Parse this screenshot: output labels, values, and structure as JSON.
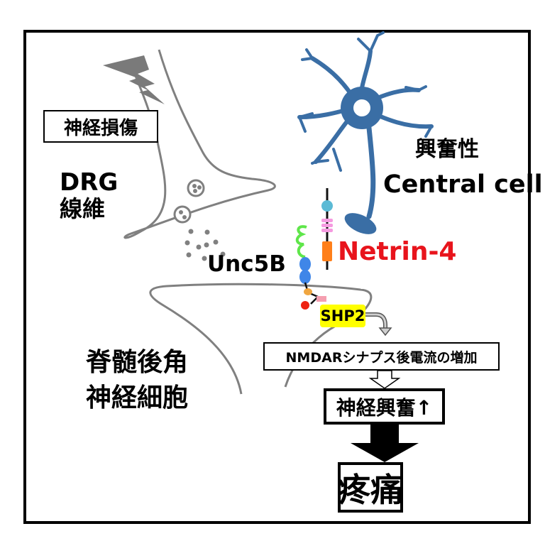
{
  "diagram": {
    "title": "Netrin-4 / Unc5B pain signaling pathway",
    "labels": {
      "nerve_injury": "神経損傷",
      "drg_line1": "DRG",
      "drg_line2": "線維",
      "excitatory": "興奮性",
      "central_cell": "Central cell",
      "netrin": "Netrin-4",
      "unc5b": "Unc5B",
      "shp2": "SHP2",
      "nmdar": "NMDARシナプス後電流の増加",
      "nerve_excitation": "神経興奮↑",
      "pain": "疼痛",
      "dorsal_horn_line1": "脊髄後角",
      "dorsal_horn_line2": "神経細胞"
    },
    "nodes": [
      {
        "id": "drg-fiber",
        "label": "DRG 線維",
        "color": "#808080"
      },
      {
        "id": "central-cell",
        "label": "興奮性 Central cell",
        "color": "#3a6ea5"
      },
      {
        "id": "netrin-4",
        "label": "Netrin-4",
        "color": "#e8141c"
      },
      {
        "id": "unc5b",
        "label": "Unc5B"
      },
      {
        "id": "shp2",
        "label": "SHP2",
        "color": "#ffff00"
      },
      {
        "id": "nmdar",
        "label": "NMDARシナプス後電流の増加"
      },
      {
        "id": "excitation",
        "label": "神経興奮↑"
      },
      {
        "id": "pain",
        "label": "疼痛"
      },
      {
        "id": "dorsal-horn",
        "label": "脊髄後角 神経細胞",
        "color": "#808080"
      }
    ],
    "edges": [
      {
        "from": "nerve-injury",
        "to": "drg-fiber",
        "style": "lightning"
      },
      {
        "from": "netrin-4",
        "to": "unc5b",
        "style": "binding"
      },
      {
        "from": "unc5b",
        "to": "shp2",
        "style": "intracellular"
      },
      {
        "from": "shp2",
        "to": "nmdar",
        "style": "curved-gray-arrow"
      },
      {
        "from": "nmdar",
        "to": "excitation",
        "style": "hollow-arrow"
      },
      {
        "from": "excitation",
        "to": "pain",
        "style": "bold-black-arrow"
      }
    ],
    "colors": {
      "outline_gray": "#808080",
      "neuron_blue": "#3a6ea5",
      "netrin_red": "#e8141c",
      "shp2_yellow": "#ffff00",
      "unc5b_green": "#5fe64a",
      "unc5b_blue": "#3f86e8",
      "netrin_cyan": "#5bbad5",
      "netrin_pink": "#f59ae0",
      "netrin_orange": "#ff7f1a"
    }
  }
}
